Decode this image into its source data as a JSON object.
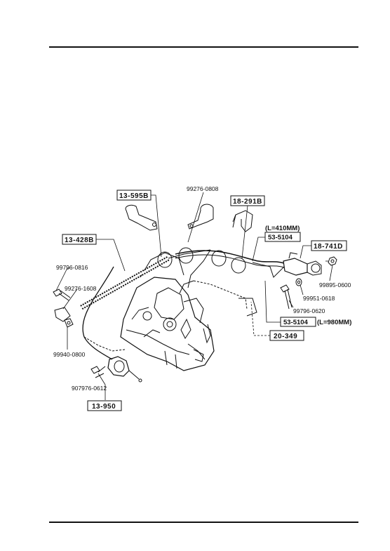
{
  "labels": {
    "ref_13_595B": "13-595B",
    "ref_13_428B": "13-428B",
    "ref_18_291B": "18-291B",
    "ref_18_741D": "18-741D",
    "ref_53_5104_a": "53-5104",
    "ref_53_5104_b": "53-5104",
    "ref_20_349": "20-349",
    "ref_13_950": "13-950",
    "len_410": "(L=410MM)",
    "len_980": "(L=980MM)",
    "pn_99276_0808": "99276-0808",
    "pn_99796_0816": "99796-0816",
    "pn_99276_1608": "99276-1608",
    "pn_99940_0800": "99940-0800",
    "pn_907976_0612": "907976-0612",
    "pn_99895_0600": "99895-0600",
    "pn_99951_0618": "99951-0618",
    "pn_99796_0620": "99796-0620"
  },
  "colors": {
    "ink": "#111111",
    "paper": "#ffffff"
  }
}
